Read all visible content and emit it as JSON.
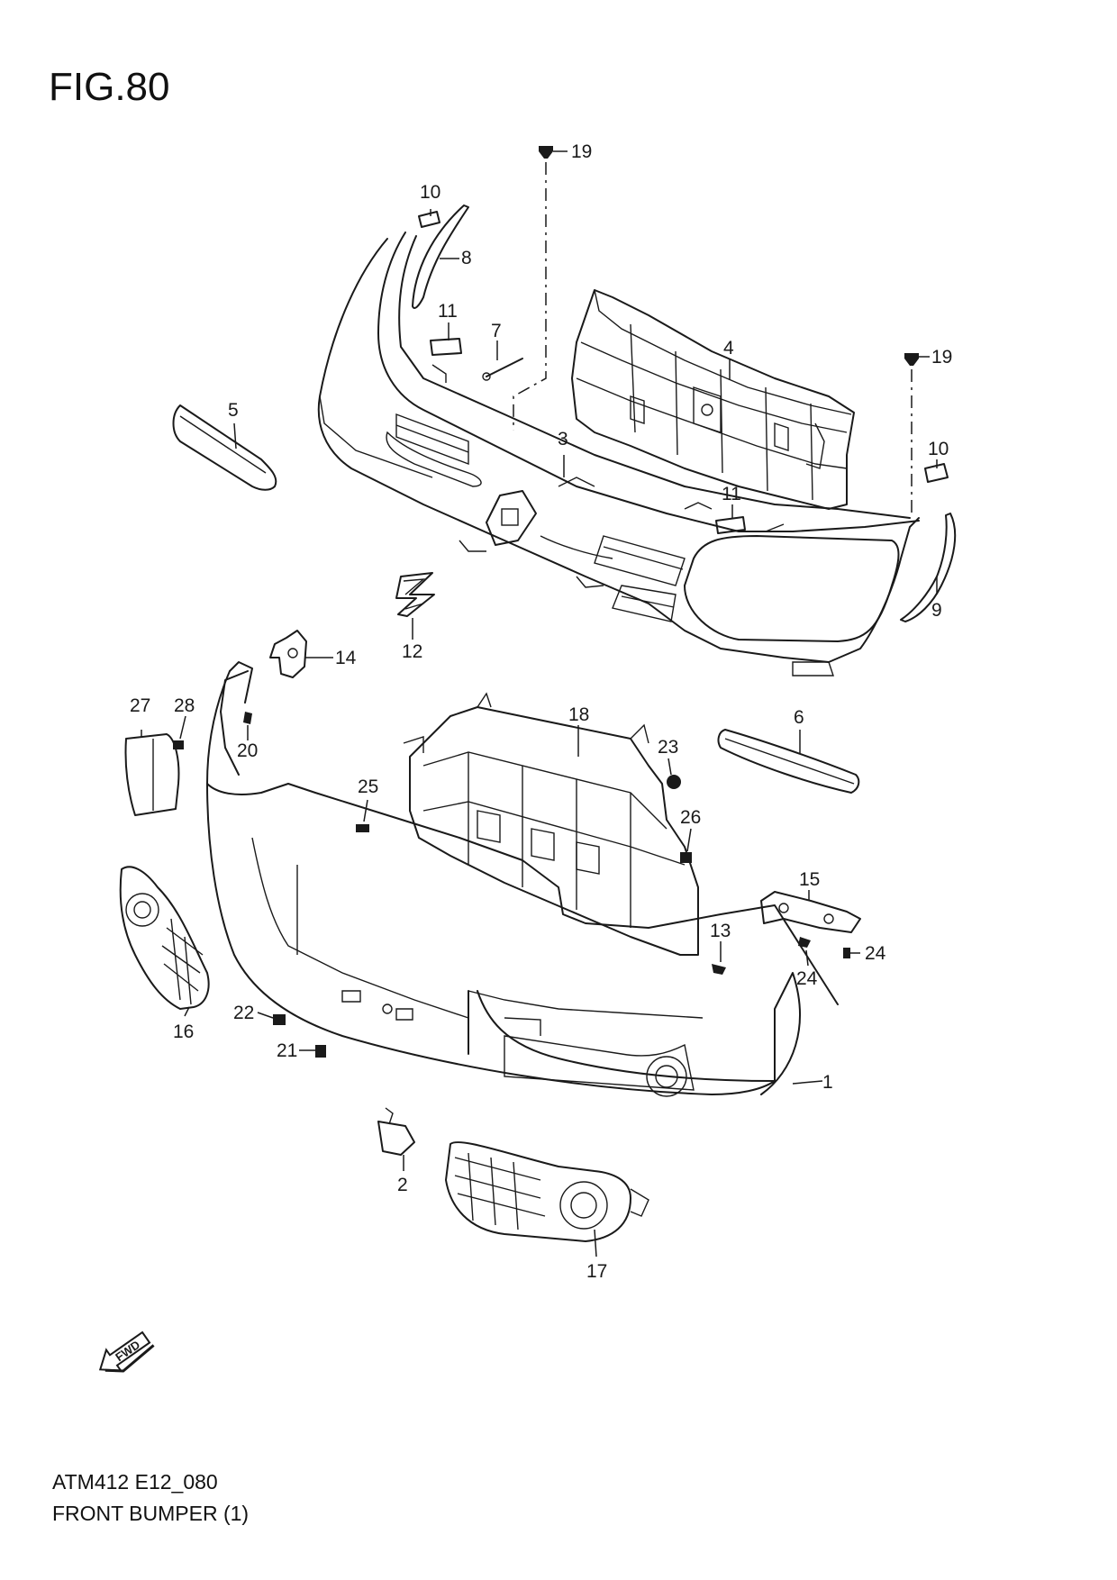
{
  "figure": {
    "title": "FIG.80",
    "code": "ATM412 E12_080",
    "name": "FRONT BUMPER (1)"
  },
  "fwd_arrow": {
    "label": "FWD"
  },
  "callouts": [
    {
      "id": "c1",
      "label": "1"
    },
    {
      "id": "c2",
      "label": "2"
    },
    {
      "id": "c3",
      "label": "3"
    },
    {
      "id": "c4",
      "label": "4"
    },
    {
      "id": "c5",
      "label": "5"
    },
    {
      "id": "c6",
      "label": "6"
    },
    {
      "id": "c7",
      "label": "7"
    },
    {
      "id": "c8",
      "label": "8"
    },
    {
      "id": "c9",
      "label": "9"
    },
    {
      "id": "c10a",
      "label": "10"
    },
    {
      "id": "c10b",
      "label": "10"
    },
    {
      "id": "c11a",
      "label": "11"
    },
    {
      "id": "c11b",
      "label": "11"
    },
    {
      "id": "c12",
      "label": "12"
    },
    {
      "id": "c13",
      "label": "13"
    },
    {
      "id": "c14",
      "label": "14"
    },
    {
      "id": "c15",
      "label": "15"
    },
    {
      "id": "c16",
      "label": "16"
    },
    {
      "id": "c17",
      "label": "17"
    },
    {
      "id": "c18",
      "label": "18"
    },
    {
      "id": "c19a",
      "label": "19"
    },
    {
      "id": "c19b",
      "label": "19"
    },
    {
      "id": "c20",
      "label": "20"
    },
    {
      "id": "c21",
      "label": "21"
    },
    {
      "id": "c22",
      "label": "22"
    },
    {
      "id": "c23",
      "label": "23"
    },
    {
      "id": "c24a",
      "label": "24"
    },
    {
      "id": "c24b",
      "label": "24"
    },
    {
      "id": "c25",
      "label": "25"
    },
    {
      "id": "c26",
      "label": "26"
    },
    {
      "id": "c27",
      "label": "27"
    },
    {
      "id": "c28",
      "label": "28"
    }
  ]
}
